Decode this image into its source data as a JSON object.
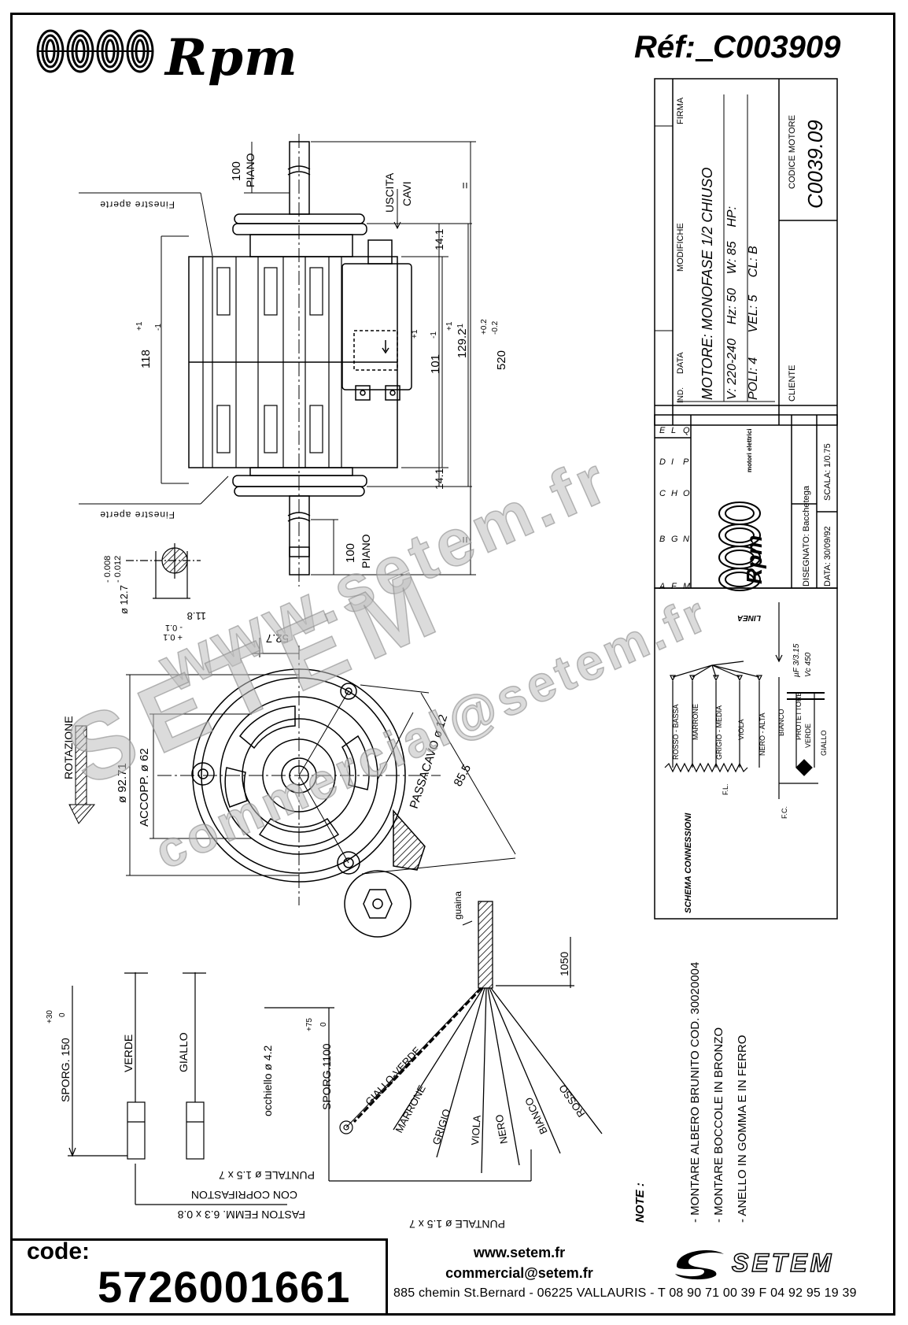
{
  "header": {
    "brand": "Rpm",
    "ref_label": "Réf:",
    "ref_value": "C003909"
  },
  "drawing": {
    "dims": {
      "piano_top_value": "100",
      "piano_top_label": "PIANO",
      "uscita": "USCITA",
      "cavi": "CAVI",
      "finestre_top": "Finestre aperte",
      "finestre_bottom": "Finestre aperte",
      "d118": "118",
      "d118_tol_plus": "+1",
      "d118_tol_minus": "-1",
      "d14_top": "14.1",
      "d14_bottom": "14.1",
      "d101": "101",
      "d101_tol_plus": "+1",
      "d101_tol_minus": "-1",
      "d129": "129.2",
      "d129_tol_plus": "+1",
      "d129_tol_minus": "-1",
      "d520": "520",
      "d520_tol_plus": "+0.2",
      "d520_tol_minus": "-0.2",
      "equal_top": "=",
      "equal_bottom": "=",
      "piano_bottom_value": "100",
      "piano_bottom_label": "PIANO",
      "shaft_dia": "ø 12.7",
      "shaft_tol_a": "- 0.008",
      "shaft_tol_b": "- 0.012",
      "flat": "11.8",
      "flat_tol_a": "- 0.1",
      "flat_tol_b": "+ 0.1",
      "d52": "52.7",
      "rotazione": "ROTAZIONE",
      "d92": "ø 92.71",
      "accopp": "ACCOPP. ø 62",
      "passacavo": "PASSACAVO ø 12",
      "d85": "85.5"
    },
    "wires": {
      "verde": "VERDE",
      "giallo": "GIALLO",
      "sporg150": "SPORG. 150",
      "sporg150_tol_plus": "+30",
      "sporg150_tol_zero": "0",
      "puntale_left": "PUNTALE ø 1.5 x 7",
      "con_coprifaston": "CON COPRIFASTON",
      "faston": "FASTON FEMM. 6.3 x 0.8",
      "occhiello": "occhiello ø 4.2",
      "sporg1100": "SPORG.1100",
      "sporg1100_tol_plus": "+75",
      "sporg1100_tol_zero": "0",
      "guaina": "guaina",
      "d1050": "1050",
      "giallo_verde": "GIALLO-VERDE",
      "marrone": "MARRONE",
      "grigio": "GRIGIO",
      "viola": "VIOLA",
      "nero": "NERO",
      "bianco": "BIANCO",
      "rosso": "ROSSO",
      "puntale_right": "PUNTALE ø 1.5 x 7"
    }
  },
  "title_block": {
    "firma": "FIRMA",
    "modifiche": "MODIFICHE",
    "data": "DATA",
    "ind": "IND.",
    "motore": "MOTORE: MONOFASE 1/2 CHIUSO",
    "specs1": "V: 220-240    Hz: 50    W: 85    HP:",
    "specs2": "POLI: 4       VEL: 5     CL: B",
    "cliente": "CLIENTE",
    "codice_label": "CODICE MOTORE",
    "codice_value": "C0039.09",
    "letters_row1": [
      "E",
      "D",
      "C",
      "B",
      "A"
    ],
    "letters_row2": [
      "L",
      "I",
      "H",
      "G",
      "F"
    ],
    "letters_row3": [
      "Q",
      "P",
      "O",
      "N",
      "M"
    ],
    "brand": "Rpm",
    "brand_sub": "motori elettrici",
    "disegnato": "DISEGNATO: Bacchetega",
    "data_drawing": "DATA: 30/09/92",
    "scala": "SCALA: 1/0.75"
  },
  "schema": {
    "title": "SCHEMA CONNESSIONI",
    "linea": "LINEA",
    "labels": [
      "ROSSO - BASSA",
      "MARRONE",
      "GRIGIO - MEDIA",
      "VIOLA",
      "NERO - ALTA",
      "BIANCO",
      "PROTETTORE",
      "VERDE",
      "GIALLO"
    ],
    "fl": "F.L.",
    "fc": "F.C.",
    "cap1": "µF 3/3.15",
    "cap2": "Vc 450"
  },
  "notes": {
    "title": "NOTE :",
    "items": [
      "- MONTARE ALBERO BRUNITO COD. 30020004",
      "- MONTARE BOCCOLE IN BRONZO",
      "- ANELLO IN GOMMA E IN FERRO"
    ]
  },
  "watermark": {
    "line1": "www.setem.fr",
    "line2": "SETEM",
    "line3": "commercial@setem.fr"
  },
  "footer": {
    "code_label": "code:",
    "code_value": "5726001661",
    "website": "www.setem.fr",
    "email": "commercial@setem.fr",
    "address": "885 chemin St.Bernard  -  06225 VALLAURIS  -  T 08 90 71 00 39   F 04 92 95 19 39",
    "setem_brand": "SETEM"
  }
}
